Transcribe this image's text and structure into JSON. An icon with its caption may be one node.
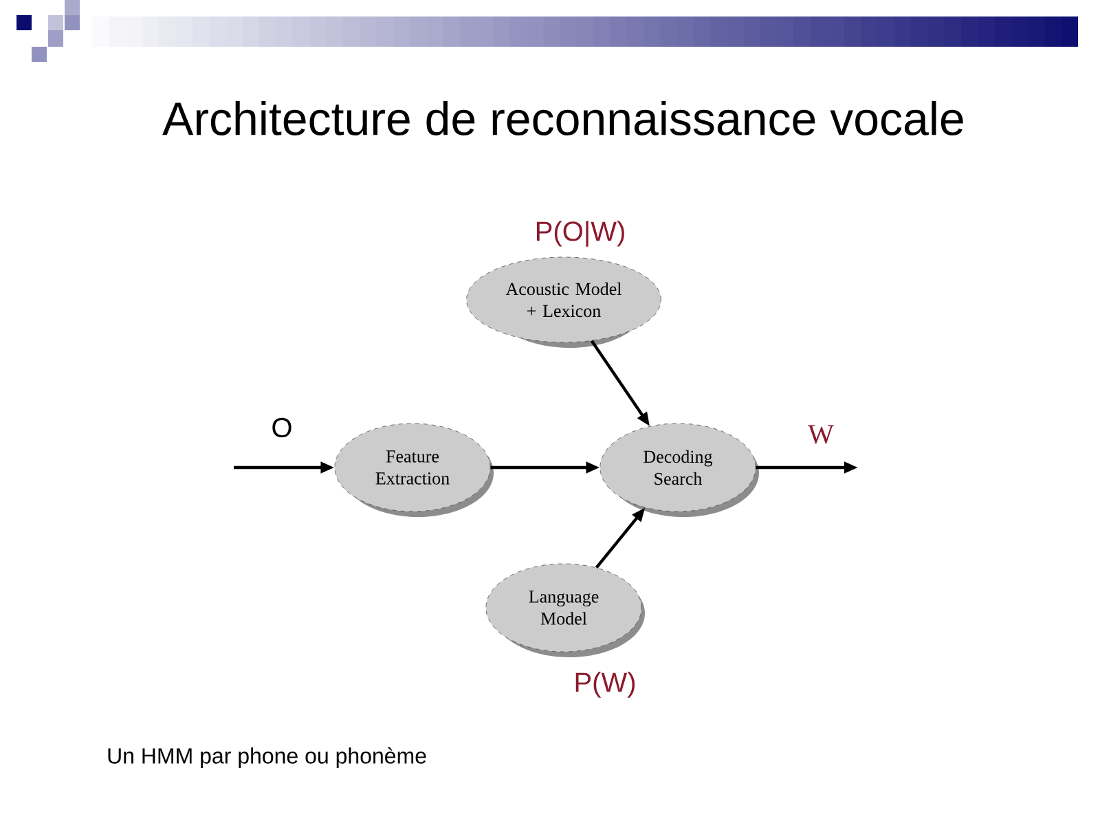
{
  "diagram": {
    "title": "Architecture de reconnaissance vocale",
    "nodes": [
      {
        "text": [
          "Acoustic Model + Lexicon"
        ],
        "beside": [
          "P(O|W)"
        ]
      },
      {
        "text": [
          "Feature Extraction"
        ]
      },
      {
        "text": [
          "Decoding Search"
        ]
      },
      {
        "text": [
          "Language Model"
        ],
        "beside": [
          "P(W)"
        ]
      }
    ],
    "edges": [
      {
        "from": null,
        "to": 1,
        "arrow": "to",
        "label": "O"
      },
      {
        "from": 1,
        "to": 2,
        "arrow": "to"
      },
      {
        "from": 0,
        "to": 2,
        "arrow": "to"
      },
      {
        "from": 3,
        "to": 2,
        "arrow": "to"
      },
      {
        "from": 2,
        "to": null,
        "arrow": "to",
        "label": "W"
      }
    ],
    "labels": [
      "Un HMM par phone ou phonème"
    ]
  }
}
